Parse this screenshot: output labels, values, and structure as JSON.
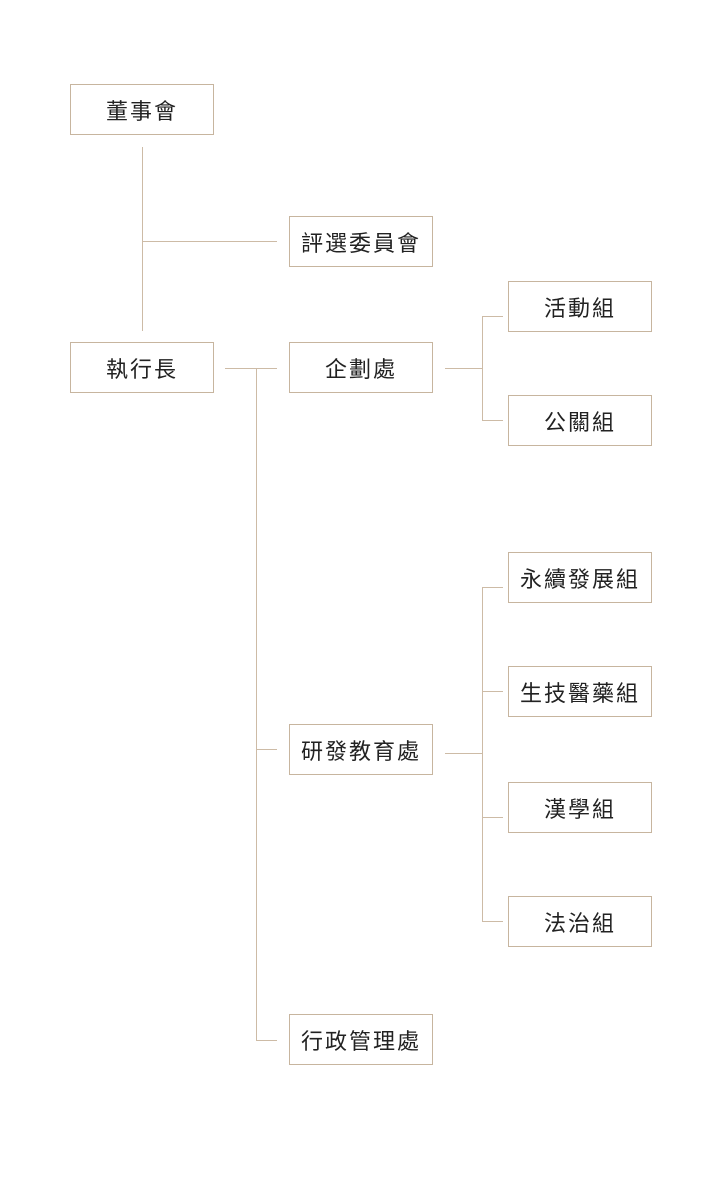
{
  "org_chart": {
    "board": "董事會",
    "review_committee": "評選委員會",
    "ceo": "執行長",
    "planning_office": "企劃處",
    "activities_group": "活動組",
    "pr_group": "公關組",
    "rnd_office": "研發教育處",
    "sustainability_group": "永續發展組",
    "biotech_group": "生技醫藥組",
    "sinology_group": "漢學組",
    "law_group": "法治組",
    "admin_office": "行政管理處"
  },
  "colors": {
    "line": "#cdbba6",
    "border": "#c7b59f",
    "text": "#222222"
  }
}
